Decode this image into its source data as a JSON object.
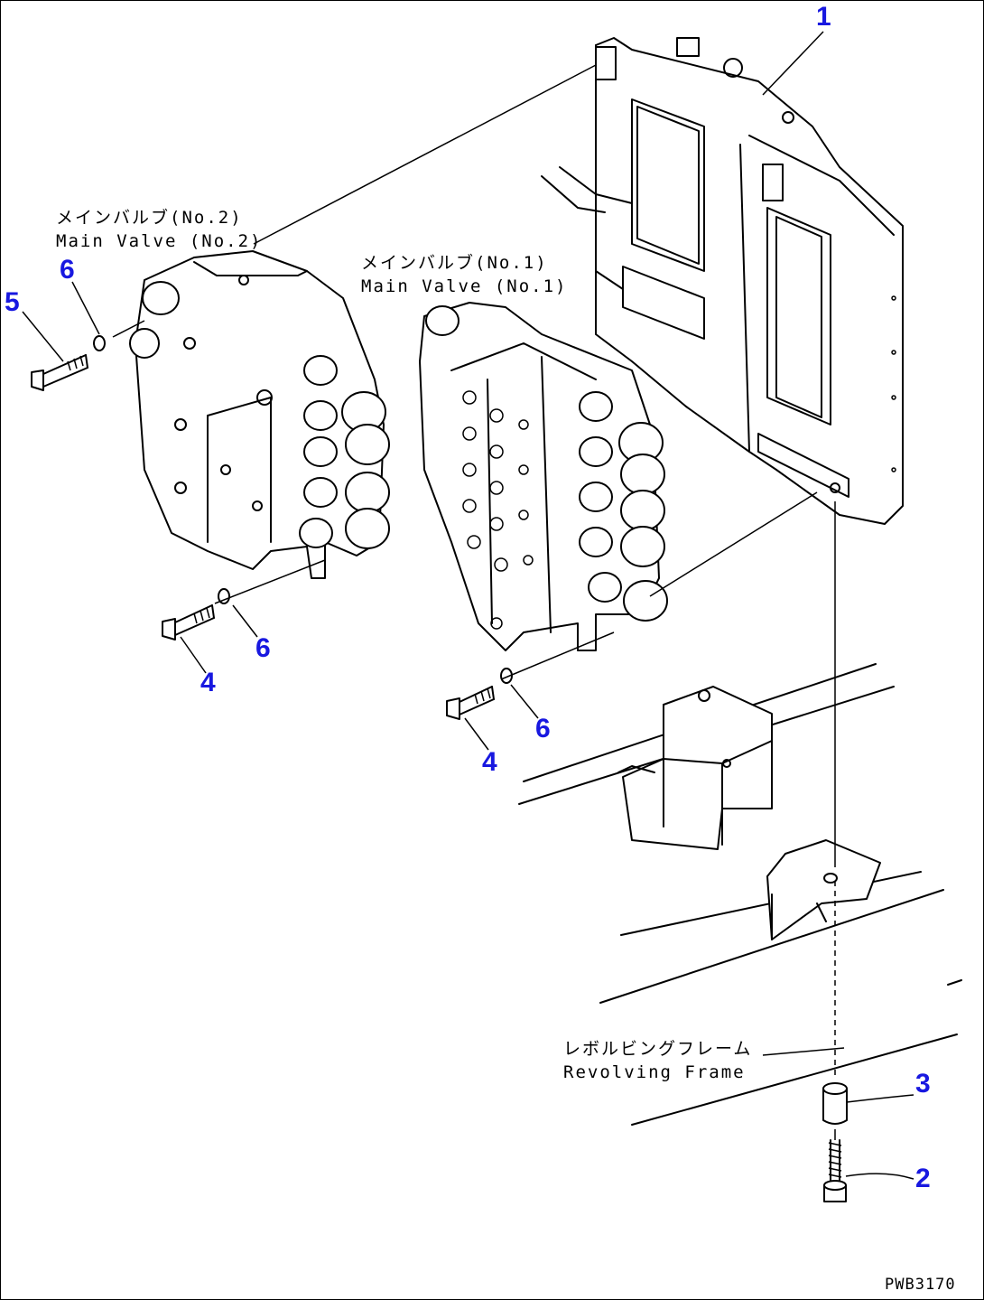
{
  "labels": {
    "main_valve_2_jp": "メインバルブ(No.2)",
    "main_valve_2_en": "Main Valve (No.2)",
    "main_valve_1_jp": "メインバルブ(No.1)",
    "main_valve_1_en": "Main Valve (No.1)",
    "revolving_frame_jp": "レボルビングフレーム",
    "revolving_frame_en": "Revolving Frame"
  },
  "callouts": {
    "c1": "1",
    "c2": "2",
    "c3": "3",
    "c4a": "4",
    "c4b": "4",
    "c5": "5",
    "c6a": "6",
    "c6b": "6",
    "c6c": "6"
  },
  "drawing_code": "PWB3170",
  "colors": {
    "callout": "#1818e0",
    "line": "#000000",
    "background": "#ffffff"
  }
}
